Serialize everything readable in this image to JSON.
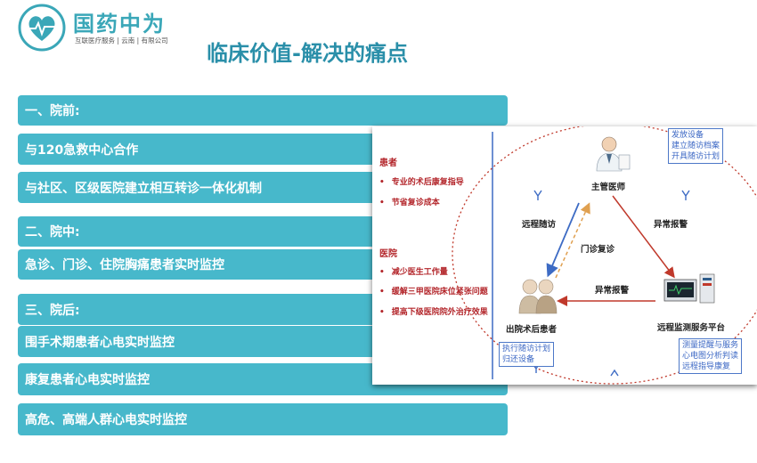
{
  "logo": {
    "name": "国药中为",
    "subtitle": "互联医疗服务 | 云南 | 有限公司"
  },
  "title": "临床价值-解决的痛点",
  "bars": [
    {
      "text": "一、院前:"
    },
    {
      "text": "与120急救中心合作"
    },
    {
      "text": "与社区、区级医院建立相互转诊一体化机制"
    },
    {
      "text": "二、院中:"
    },
    {
      "text": "急诊、门诊、住院胸痛患者实时监控"
    },
    {
      "text": "三、院后:"
    },
    {
      "text": "围手术期患者心电实时监控"
    },
    {
      "text": "康复患者心电实时监控"
    },
    {
      "text": "高危、高端人群心电实时监控"
    }
  ],
  "diagram": {
    "patient_group": {
      "title": "患者",
      "items": [
        "专业的术后康复指导",
        "节省复诊成本"
      ]
    },
    "hospital_group": {
      "title": "医院",
      "items": [
        "减少医生工作量",
        "缓解三甲医院床位紧张问题",
        "提高下级医院院外治疗效果"
      ]
    },
    "nodes": {
      "doctor": "主管医师",
      "patient": "出院术后患者",
      "platform": "远程监测服务平台"
    },
    "edges": {
      "followup": "远程随访",
      "outpatient": "门诊复诊",
      "alert_right": "异常报警",
      "alert_bottom": "异常报警"
    },
    "boxes": {
      "doctor_tasks": [
        "发放设备",
        "建立随访档案",
        "开具随访计划"
      ],
      "patient_tasks": [
        "执行随访计划",
        "归还设备"
      ],
      "platform_tasks": [
        "测量提醒与服务",
        "心电图分析判读",
        "远程指导康复"
      ]
    }
  }
}
